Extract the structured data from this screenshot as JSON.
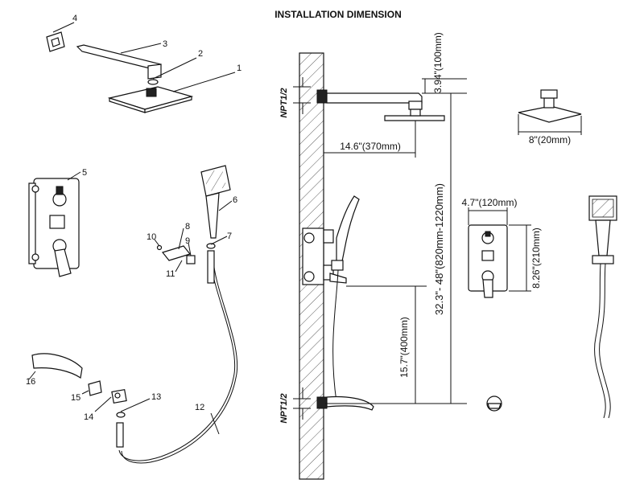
{
  "title": "INSTALLATION DIMENSION",
  "part_numbers": [
    "1",
    "2",
    "3",
    "4",
    "5",
    "6",
    "7",
    "8",
    "9",
    "10",
    "11",
    "12",
    "13",
    "14",
    "15",
    "16"
  ],
  "dimensions": {
    "arm_height": "3.94\"(100mm)",
    "arm_length": "14.6\"(370mm)",
    "head_size": "8\"(20mm)",
    "valve_width": "4.7\"(120mm)",
    "valve_height": "8.26\"(210mm)",
    "spout_to_valve": "15.7\"(400mm)",
    "total_height": "32.3\"- 48\"(820mm-1220mm)",
    "thread_top": "NPT1/2",
    "thread_bottom": "NPT1/2"
  }
}
